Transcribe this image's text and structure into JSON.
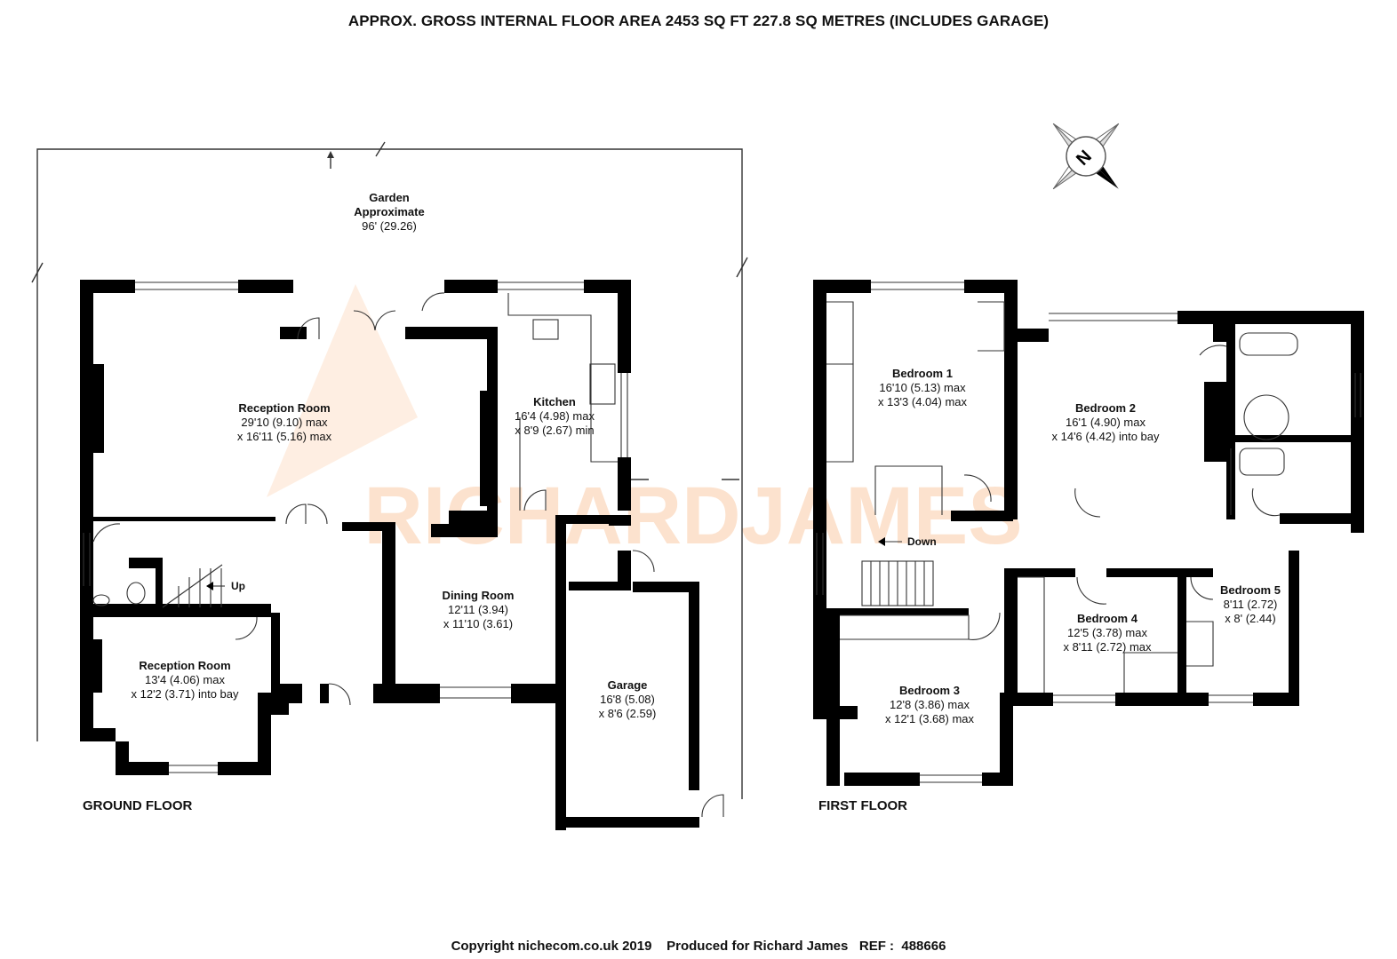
{
  "header": {
    "title": "APPROX. GROSS INTERNAL FLOOR AREA 2453 SQ FT 227.8 SQ METRES (INCLUDES GARAGE)"
  },
  "footer": {
    "text": "Copyright nichecom.co.uk 2019    Produced for Richard James   REF :  488666"
  },
  "watermark": {
    "text": "RICHARDJAMES",
    "color": "#f7a86a"
  },
  "compass": {
    "label": "N"
  },
  "ground_floor": {
    "label": "GROUND FLOOR",
    "garden": {
      "name": "Garden",
      "line2": "Approximate",
      "dim": "96' (29.26)"
    },
    "stairs_label": "Up",
    "rooms": [
      {
        "name": "Reception Room",
        "dim1": "29'10 (9.10) max",
        "dim2": "x 16'11 (5.16) max"
      },
      {
        "name": "Kitchen",
        "dim1": "16'4 (4.98) max",
        "dim2": "x 8'9 (2.67) min"
      },
      {
        "name": "Dining Room",
        "dim1": "12'11 (3.94)",
        "dim2": "x 11'10 (3.61)"
      },
      {
        "name": "Reception Room",
        "dim1": "13'4 (4.06) max",
        "dim2": "x 12'2 (3.71) into bay"
      },
      {
        "name": "Garage",
        "dim1": "16'8 (5.08)",
        "dim2": "x 8'6 (2.59)"
      }
    ]
  },
  "first_floor": {
    "label": "FIRST FLOOR",
    "stairs_label": "Down",
    "rooms": [
      {
        "name": "Bedroom 1",
        "dim1": "16'10 (5.13) max",
        "dim2": "x 13'3 (4.04) max"
      },
      {
        "name": "Bedroom 2",
        "dim1": "16'1 (4.90) max",
        "dim2": "x 14'6 (4.42) into bay"
      },
      {
        "name": "Bedroom 3",
        "dim1": "12'8 (3.86) max",
        "dim2": "x 12'1 (3.68) max"
      },
      {
        "name": "Bedroom 4",
        "dim1": "12'5 (3.78) max",
        "dim2": "x 8'11 (2.72) max"
      },
      {
        "name": "Bedroom 5",
        "dim1": "8'11 (2.72)",
        "dim2": "x 8' (2.44)"
      }
    ]
  }
}
